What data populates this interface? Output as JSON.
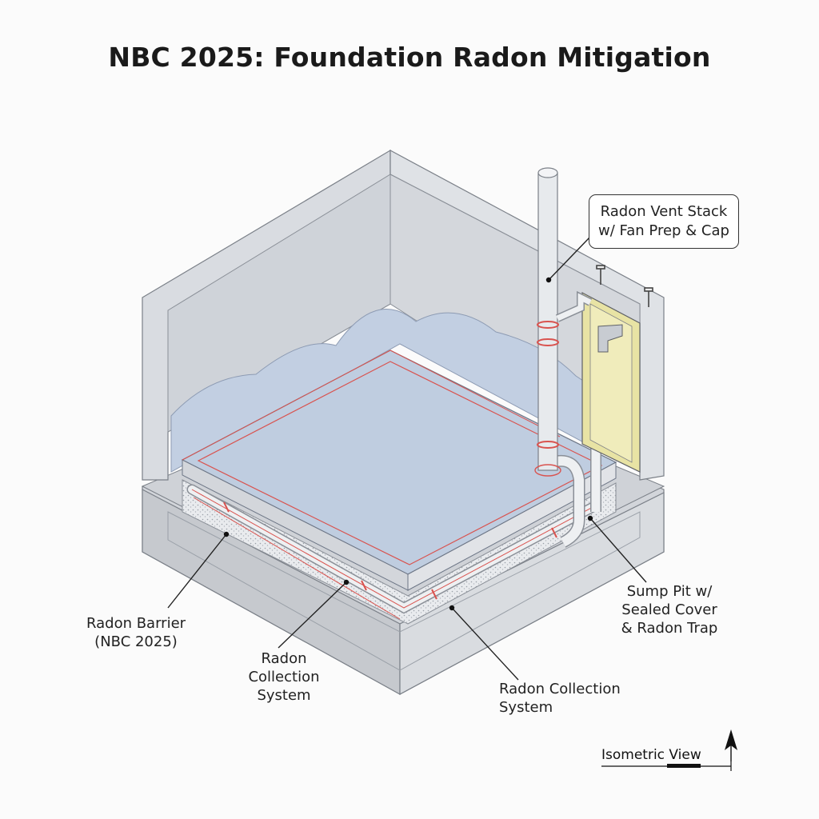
{
  "title": "NBC 2025: Foundation Radon Mitigation",
  "labels": {
    "vent_stack_line1": "Radon Vent Stack",
    "vent_stack_line2": "w/ Fan Prep & Cap",
    "barrier_line1": "Radon Barrier",
    "barrier_line2": "(NBC 2025)",
    "collection_left_line1": "Radon",
    "collection_left_line2": "Collection",
    "collection_left_line3": "System",
    "sump_line1": "Sump Pit w/",
    "sump_line2": "Sealed Cover",
    "sump_line3": "& Radon Trap",
    "collection_right_line1": "Radon Collection",
    "collection_right_line2": "System"
  },
  "view": {
    "label": "Isometric View",
    "north_arrow": "north-arrow-icon"
  },
  "colors": {
    "concrete_light": "#dfe2e6",
    "concrete_dark": "#c9ccd1",
    "slab": "#c3d1e3",
    "barrier_line": "#d9534f",
    "board": "#e6e2a0",
    "pipe": "#eef0f2"
  }
}
